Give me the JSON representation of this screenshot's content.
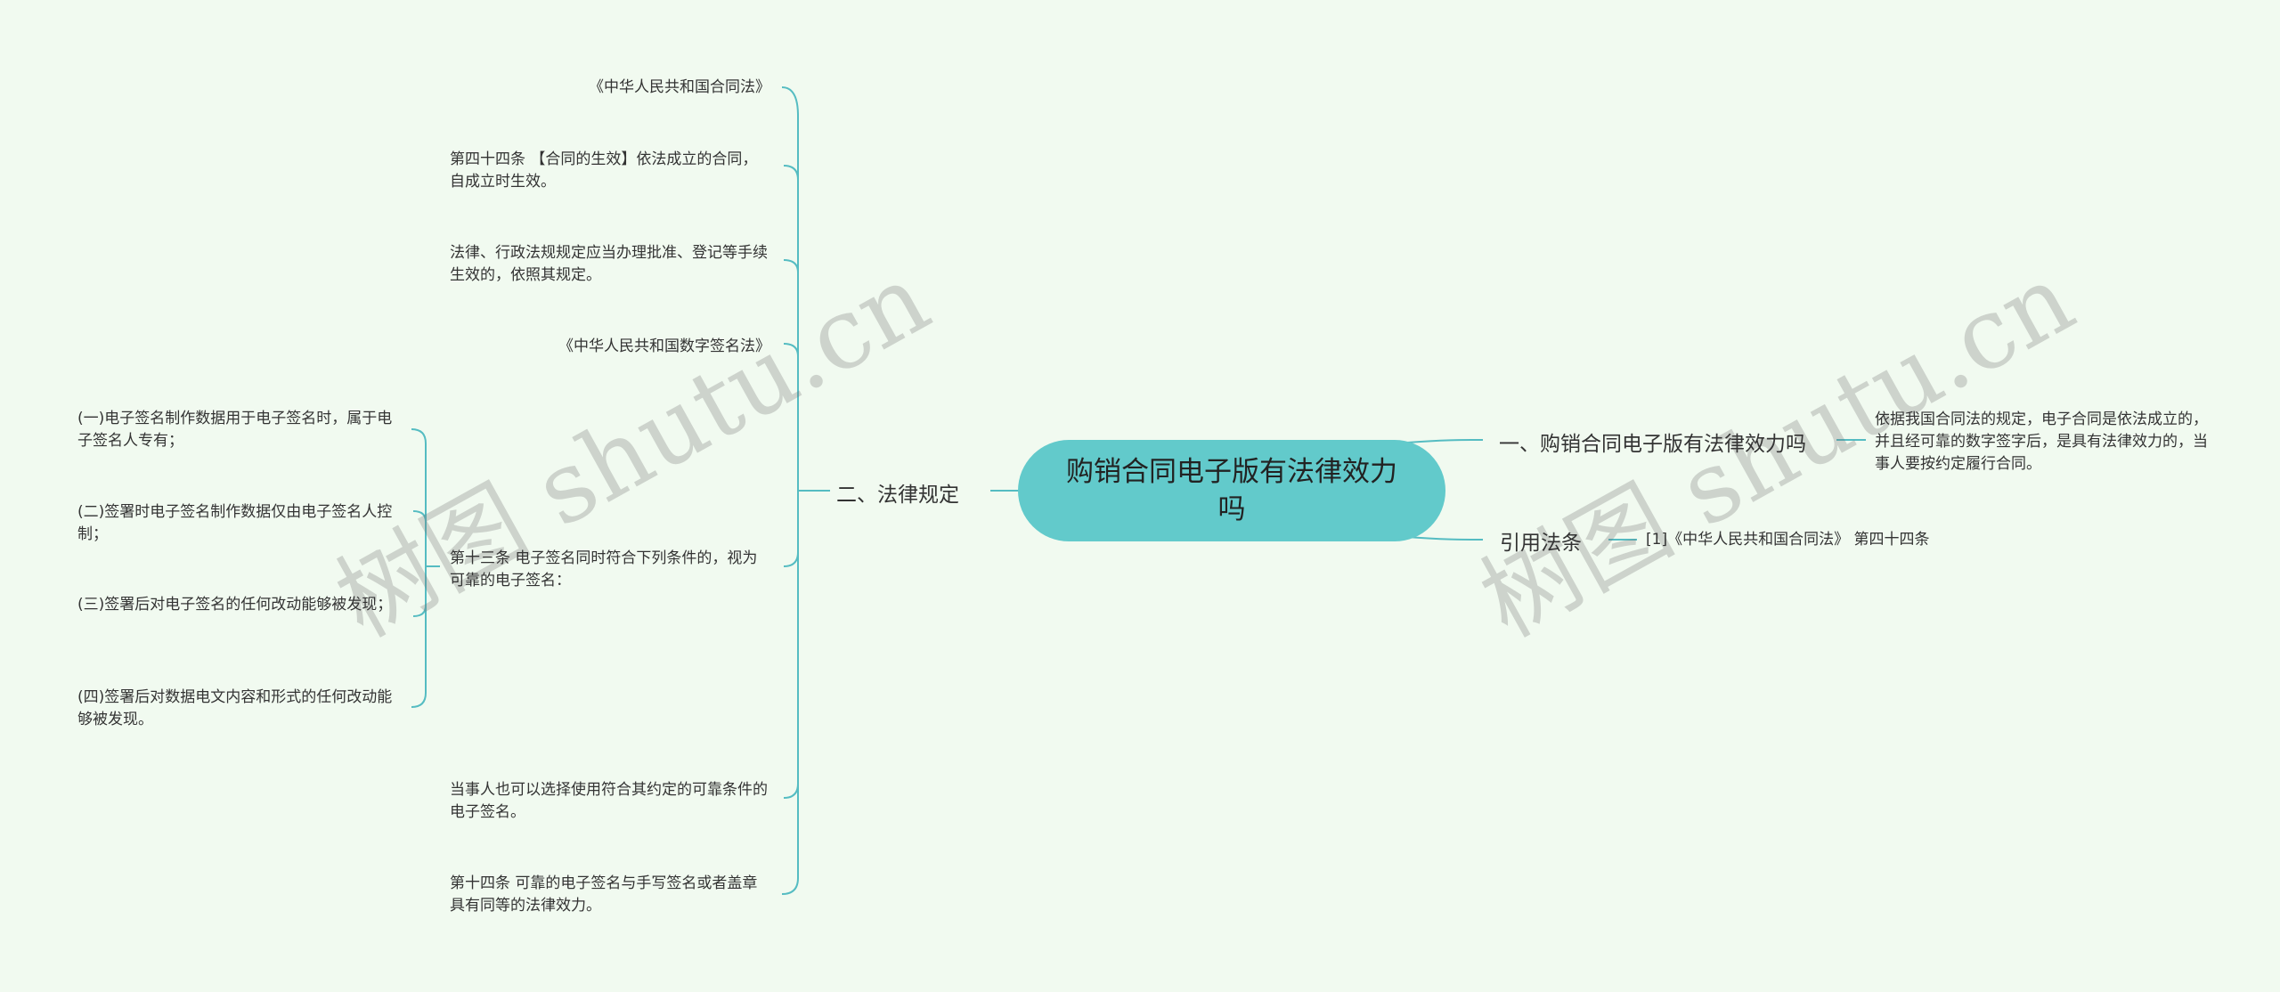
{
  "colors": {
    "background": "#f1faf0",
    "root_fill": "#62cacb",
    "line": "#55bcc2",
    "text": "#333333"
  },
  "root": {
    "label": "购销合同电子版有法律效力吗"
  },
  "branches": {
    "effectiveness": {
      "label": "一、购销合同电子版有法律效力吗",
      "detail": "依据我国合同法的规定，电子合同是依法成立的，并且经可靠的数字签字后，是具有法律效力的，当事人要按约定履行合同。"
    },
    "citation": {
      "label": "引用法条",
      "detail": "[1]《中华人民共和国合同法》 第四十四条"
    },
    "legal": {
      "label": "二、法律规定",
      "items": [
        "《中华人民共和国合同法》",
        "第四十四条 【合同的生效】依法成立的合同，自成立时生效。",
        "法律、行政法规规定应当办理批准、登记等手续生效的，依照其规定。",
        "《中华人民共和国数字签名法》",
        "第十三条 电子签名同时符合下列条件的，视为可靠的电子签名：",
        "当事人也可以选择使用符合其约定的可靠条件的电子签名。",
        "第十四条 可靠的电子签名与手写签名或者盖章具有同等的法律效力。"
      ],
      "conditions": [
        "(一)电子签名制作数据用于电子签名时，属于电子签名人专有；",
        "(二)签署时电子签名制作数据仅由电子签名人控制；",
        "(三)签署后对电子签名的任何改动能够被发现；",
        "(四)签署后对数据电文内容和形式的任何改动能够被发现。"
      ]
    }
  },
  "watermark": {
    "text": "树图 shutu.cn"
  }
}
